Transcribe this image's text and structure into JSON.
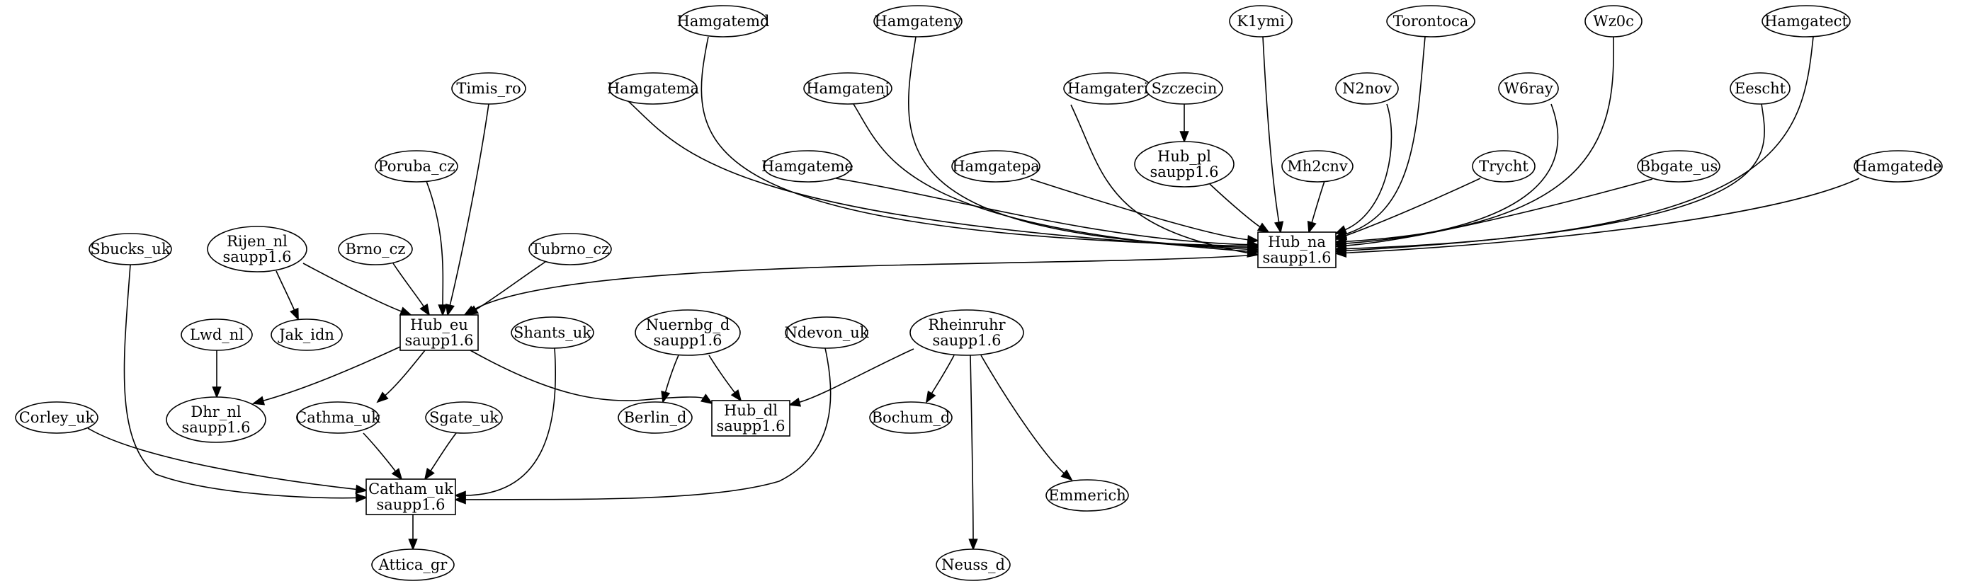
{
  "graph": {
    "nodes": [
      {
        "id": "hamgatemd",
        "lines": [
          "Hamgatemd"
        ],
        "shape": "ellipse"
      },
      {
        "id": "hamgateny",
        "lines": [
          "Hamgateny"
        ],
        "shape": "ellipse"
      },
      {
        "id": "k1ymi",
        "lines": [
          "K1ymi"
        ],
        "shape": "ellipse"
      },
      {
        "id": "torontoca",
        "lines": [
          "Torontoca"
        ],
        "shape": "ellipse"
      },
      {
        "id": "wz0c",
        "lines": [
          "Wz0c"
        ],
        "shape": "ellipse"
      },
      {
        "id": "hamgatect",
        "lines": [
          "Hamgatect"
        ],
        "shape": "ellipse"
      },
      {
        "id": "timis_ro",
        "lines": [
          "Timis_ro"
        ],
        "shape": "ellipse"
      },
      {
        "id": "hamgatema",
        "lines": [
          "Hamgatema"
        ],
        "shape": "ellipse"
      },
      {
        "id": "hamgatenj",
        "lines": [
          "Hamgatenj"
        ],
        "shape": "ellipse"
      },
      {
        "id": "hamgateri",
        "lines": [
          "Hamgateri"
        ],
        "shape": "ellipse"
      },
      {
        "id": "szczecin",
        "lines": [
          "Szczecin"
        ],
        "shape": "ellipse"
      },
      {
        "id": "n2nov",
        "lines": [
          "N2nov"
        ],
        "shape": "ellipse"
      },
      {
        "id": "w6ray",
        "lines": [
          "W6ray"
        ],
        "shape": "ellipse"
      },
      {
        "id": "eescht",
        "lines": [
          "Eescht"
        ],
        "shape": "ellipse"
      },
      {
        "id": "poruba_cz",
        "lines": [
          "Poruba_cz"
        ],
        "shape": "ellipse"
      },
      {
        "id": "hamgateme",
        "lines": [
          "Hamgateme"
        ],
        "shape": "ellipse"
      },
      {
        "id": "hamgatepa",
        "lines": [
          "Hamgatepa"
        ],
        "shape": "ellipse"
      },
      {
        "id": "hub_pl",
        "lines": [
          "Hub_pl",
          "saupp1.6"
        ],
        "shape": "ellipse"
      },
      {
        "id": "mh2cnv",
        "lines": [
          "Mh2cnv"
        ],
        "shape": "ellipse"
      },
      {
        "id": "trycht",
        "lines": [
          "Trycht"
        ],
        "shape": "ellipse"
      },
      {
        "id": "bbgate_us",
        "lines": [
          "Bbgate_us"
        ],
        "shape": "ellipse"
      },
      {
        "id": "hamgatede",
        "lines": [
          "Hamgatede"
        ],
        "shape": "ellipse"
      },
      {
        "id": "sbucks_uk",
        "lines": [
          "Sbucks_uk"
        ],
        "shape": "ellipse"
      },
      {
        "id": "rijen_nl",
        "lines": [
          "Rijen_nl",
          "saupp1.6"
        ],
        "shape": "ellipse"
      },
      {
        "id": "brno_cz",
        "lines": [
          "Brno_cz"
        ],
        "shape": "ellipse"
      },
      {
        "id": "tubrno_cz",
        "lines": [
          "Tubrno_cz"
        ],
        "shape": "ellipse"
      },
      {
        "id": "hub_na",
        "lines": [
          "Hub_na",
          "saupp1.6"
        ],
        "shape": "box"
      },
      {
        "id": "lwd_nl",
        "lines": [
          "Lwd_nl"
        ],
        "shape": "ellipse"
      },
      {
        "id": "jak_idn",
        "lines": [
          "Jak_idn"
        ],
        "shape": "ellipse"
      },
      {
        "id": "hub_eu",
        "lines": [
          "Hub_eu",
          "saupp1.6"
        ],
        "shape": "box"
      },
      {
        "id": "shants_uk",
        "lines": [
          "Shants_uk"
        ],
        "shape": "ellipse"
      },
      {
        "id": "nuernbg_d",
        "lines": [
          "Nuernbg_d",
          "saupp1.6"
        ],
        "shape": "ellipse"
      },
      {
        "id": "ndevon_uk",
        "lines": [
          "Ndevon_uk"
        ],
        "shape": "ellipse"
      },
      {
        "id": "rheinruhr",
        "lines": [
          "Rheinruhr",
          "saupp1.6"
        ],
        "shape": "ellipse"
      },
      {
        "id": "corley_uk",
        "lines": [
          "Corley_uk"
        ],
        "shape": "ellipse"
      },
      {
        "id": "dhr_nl",
        "lines": [
          "Dhr_nl",
          "saupp1.6"
        ],
        "shape": "ellipse"
      },
      {
        "id": "cathma_uk",
        "lines": [
          "Cathma_uk"
        ],
        "shape": "ellipse"
      },
      {
        "id": "sgate_uk",
        "lines": [
          "Sgate_uk"
        ],
        "shape": "ellipse"
      },
      {
        "id": "berlin_d",
        "lines": [
          "Berlin_d"
        ],
        "shape": "ellipse"
      },
      {
        "id": "hub_dl",
        "lines": [
          "Hub_dl",
          "saupp1.6"
        ],
        "shape": "box"
      },
      {
        "id": "bochum_d",
        "lines": [
          "Bochum_d"
        ],
        "shape": "ellipse"
      },
      {
        "id": "catham_uk",
        "lines": [
          "Catham_uk",
          "saupp1.6"
        ],
        "shape": "box"
      },
      {
        "id": "emmerich",
        "lines": [
          "Emmerich"
        ],
        "shape": "ellipse"
      },
      {
        "id": "attica_gr",
        "lines": [
          "Attica_gr"
        ],
        "shape": "ellipse"
      },
      {
        "id": "neuss_d",
        "lines": [
          "Neuss_d"
        ],
        "shape": "ellipse"
      }
    ],
    "edges": [
      {
        "from": "hamgatemd",
        "to": "hub_na"
      },
      {
        "from": "hamgateny",
        "to": "hub_na"
      },
      {
        "from": "k1ymi",
        "to": "hub_na"
      },
      {
        "from": "torontoca",
        "to": "hub_na"
      },
      {
        "from": "wz0c",
        "to": "hub_na"
      },
      {
        "from": "hamgatect",
        "to": "hub_na"
      },
      {
        "from": "hamgatema",
        "to": "hub_na"
      },
      {
        "from": "hamgatenj",
        "to": "hub_na"
      },
      {
        "from": "hamgateri",
        "to": "hub_na"
      },
      {
        "from": "n2nov",
        "to": "hub_na"
      },
      {
        "from": "w6ray",
        "to": "hub_na"
      },
      {
        "from": "eescht",
        "to": "hub_na"
      },
      {
        "from": "hamgateme",
        "to": "hub_na"
      },
      {
        "from": "hamgatepa",
        "to": "hub_na"
      },
      {
        "from": "hub_pl",
        "to": "hub_na"
      },
      {
        "from": "mh2cnv",
        "to": "hub_na"
      },
      {
        "from": "trycht",
        "to": "hub_na"
      },
      {
        "from": "bbgate_us",
        "to": "hub_na"
      },
      {
        "from": "hamgatede",
        "to": "hub_na"
      },
      {
        "from": "szczecin",
        "to": "hub_pl"
      },
      {
        "from": "hub_na",
        "to": "hub_eu"
      },
      {
        "from": "timis_ro",
        "to": "hub_eu"
      },
      {
        "from": "poruba_cz",
        "to": "hub_eu"
      },
      {
        "from": "rijen_nl",
        "to": "hub_eu"
      },
      {
        "from": "brno_cz",
        "to": "hub_eu"
      },
      {
        "from": "tubrno_cz",
        "to": "hub_eu"
      },
      {
        "from": "rijen_nl",
        "to": "jak_idn"
      },
      {
        "from": "lwd_nl",
        "to": "dhr_nl"
      },
      {
        "from": "hub_eu",
        "to": "dhr_nl"
      },
      {
        "from": "hub_eu",
        "to": "cathma_uk"
      },
      {
        "from": "hub_eu",
        "to": "hub_dl"
      },
      {
        "from": "nuernbg_d",
        "to": "berlin_d"
      },
      {
        "from": "nuernbg_d",
        "to": "hub_dl"
      },
      {
        "from": "rheinruhr",
        "to": "hub_dl"
      },
      {
        "from": "rheinruhr",
        "to": "bochum_d"
      },
      {
        "from": "rheinruhr",
        "to": "emmerich"
      },
      {
        "from": "rheinruhr",
        "to": "neuss_d"
      },
      {
        "from": "cathma_uk",
        "to": "catham_uk"
      },
      {
        "from": "sgate_uk",
        "to": "catham_uk"
      },
      {
        "from": "corley_uk",
        "to": "catham_uk"
      },
      {
        "from": "sbucks_uk",
        "to": "catham_uk"
      },
      {
        "from": "shants_uk",
        "to": "catham_uk"
      },
      {
        "from": "ndevon_uk",
        "to": "catham_uk"
      },
      {
        "from": "catham_uk",
        "to": "attica_gr"
      }
    ]
  }
}
